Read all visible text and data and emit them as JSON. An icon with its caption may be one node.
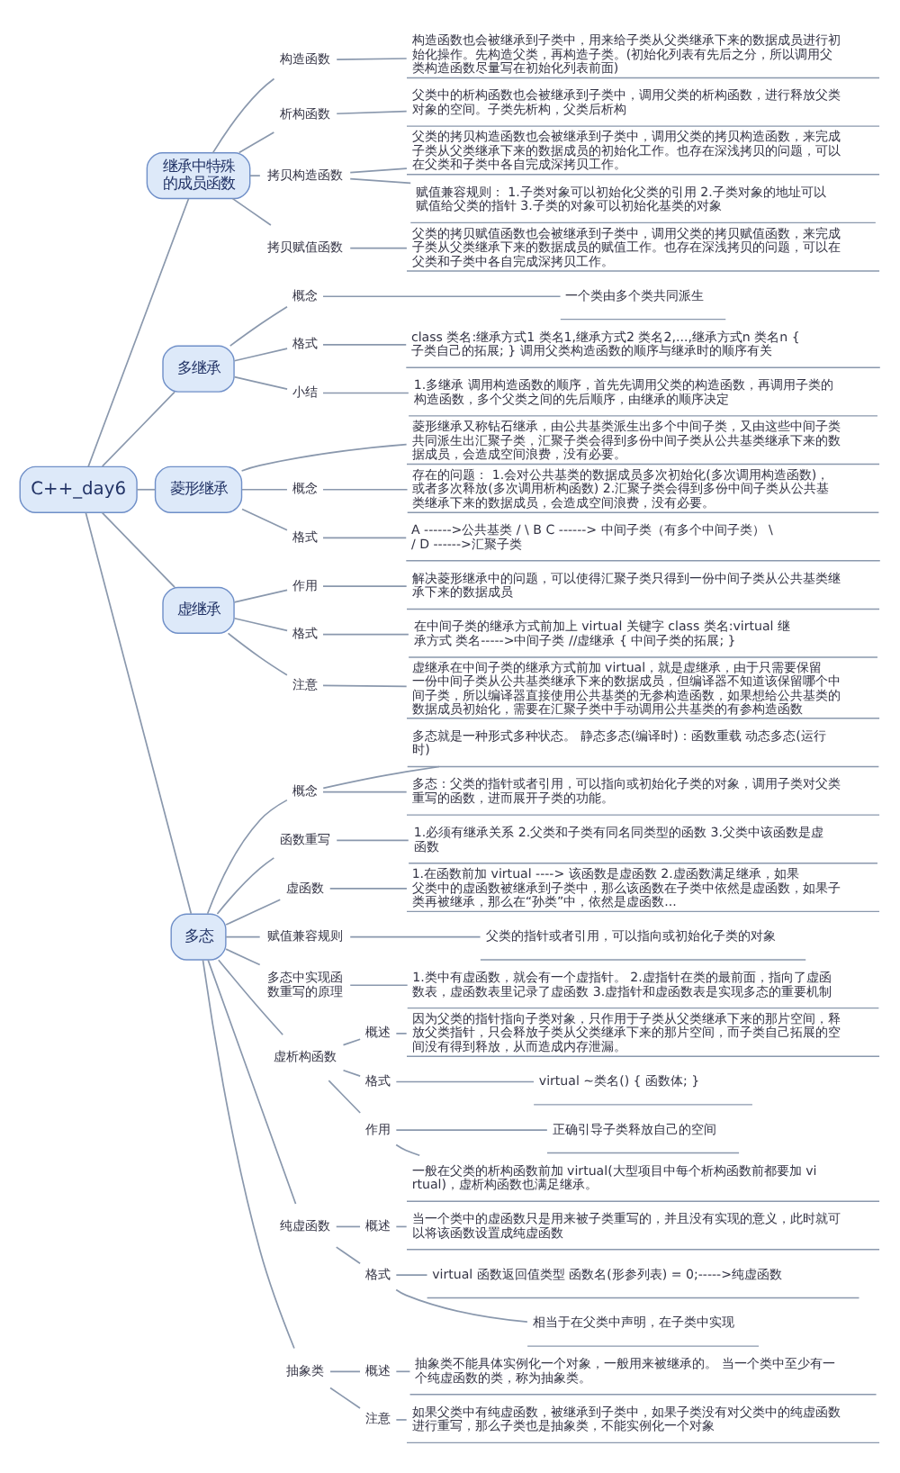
{
  "diagram": {
    "nodes": [
      {
        "text": [
          "C++_day6"
        ]
      },
      {
        "text": [
          "继承中特殊的成员函数"
        ]
      },
      {
        "text": [
          "构造函数"
        ]
      },
      {
        "text": [
          "构造函数也会被继承到子类中，用来给子类从父类继承下来的数据成员进行初始化操作。先构造父类，再构造子类。(初始化列表有先后之分，所以调用父类构造函数尽量写在初始化列表前面)"
        ]
      },
      {
        "text": [
          "析构函数"
        ]
      },
      {
        "text": [
          "父类中的析构函数也会被继承到子类中，调用父类的析构函数，进行释放父类对象的空间。子类先析构，父类后析构"
        ]
      },
      {
        "text": [
          "拷贝构造函数"
        ]
      },
      {
        "text": [
          "父类的拷贝构造函数也会被继承到子类中，调用父类的拷贝构造函数，来完成子类从父类继承下来的数据成员的初始化工作。也存在深浅拷贝的问题，可以在父类和子类中各自完成深拷贝工作。"
        ]
      },
      {
        "text": [
          "赋值兼容规则： 1.子类对象可以初始化父类的引用 2.子类对象的地址可以赋值给父类的指针 3.子类的对象可以初始化基类的对象"
        ]
      },
      {
        "text": [
          "拷贝赋值函数"
        ]
      },
      {
        "text": [
          "父类的拷贝赋值函数也会被继承到子类中，调用父类的拷贝赋值函数，来完成子类从父类继承下来的数据成员的赋值工作。也存在深浅拷贝的问题，可以在父类和子类中各自完成深拷贝工作。"
        ]
      },
      {
        "text": [
          "多继承"
        ]
      },
      {
        "text": [
          "概念"
        ]
      },
      {
        "text": [
          "一个类由多个类共同派生"
        ]
      },
      {
        "text": [
          "格式"
        ]
      },
      {
        "text": [
          "class 类名:继承方式1 类名1,继承方式2 类名2,...,继承方式n 类名n { 子类自己的拓展; } 调用父类构造函数的顺序与继承时的顺序有关"
        ]
      },
      {
        "text": [
          "小结"
        ]
      },
      {
        "text": [
          "1.多继承 调用构造函数的顺序，首先先调用父类的构造函数，再调用子类的构造函数，多个父类之间的先后顺序，由继承的顺序决定"
        ]
      },
      {
        "text": [
          "菱形继承"
        ]
      },
      {
        "text": [
          "菱形继承又称钻石继承，由公共基类派生出多个中间子类，又由这些中间子类共同派生出汇聚子类，汇聚子类会得到多份中间子类从公共基类继承下来的数据成员，会造成空间浪费，没有必要。"
        ]
      },
      {
        "text": [
          "概念"
        ]
      },
      {
        "text": [
          "存在的问题： 1.会对公共基类的数据成员多次初始化(多次调用构造函数)，或者多次释放(多次调用析构函数) 2.汇聚子类会得到多份中间子类从公共基类继承下来的数据成员，会造成空间浪费，没有必要。"
        ]
      },
      {
        "text": [
          "格式"
        ]
      },
      {
        "text": [
          "A ------>公共基类 / \\ B C ------> 中间子类（有多个中间子类） \\ / D ------>汇聚子类"
        ]
      },
      {
        "text": [
          "虚继承"
        ]
      },
      {
        "text": [
          "作用"
        ]
      },
      {
        "text": [
          "解决菱形继承中的问题，可以使得汇聚子类只得到一份中间子类从公共基类继承下来的数据成员"
        ]
      },
      {
        "text": [
          "格式"
        ]
      },
      {
        "text": [
          "在中间子类的继承方式前加上 virtual 关键字 class 类名:virtual 继承方式 类名----->中间子类 //虚继承 { 中间子类的拓展; }"
        ]
      },
      {
        "text": [
          "注意"
        ]
      },
      {
        "text": [
          "虚继承在中间子类的继承方式前加 virtual，就是虚继承，由于只需要保留一份中间子类从公共基类继承下来的数据成员，但编译器不知道该保留哪个中间子类，所以编译器直接使用公共基类的无参构造函数，如果想给公共基类的数据成员初始化，需要在汇聚子类中手动调用公共基类的有参构造函数"
        ]
      },
      {
        "text": [
          "多态"
        ]
      },
      {
        "text": [
          "概念"
        ]
      },
      {
        "text": [
          "多态就是一种形式多种状态。 静态多态(编译时)：函数重载 动态多态(运行时)"
        ]
      },
      {
        "text": [
          "多态：父类的指针或者引用，可以指向或初始化子类的对象，调用子类对父类重写的函数，进而展开子类的功能。"
        ]
      },
      {
        "text": [
          "函数重写"
        ]
      },
      {
        "text": [
          "1.必须有继承关系 2.父类和子类有同名同类型的函数 3.父类中该函数是虚函数"
        ]
      },
      {
        "text": [
          "虚函数"
        ]
      },
      {
        "text": [
          "1.在函数前加 virtual ----> 该函数是虚函数 2.虚函数满足继承，如果父类中的虚函数被继承到子类中，那么该函数在子类中依然是虚函数，如果子类再被继承，那么在“孙类”中，依然是虚函数..."
        ]
      },
      {
        "text": [
          "赋值兼容规则"
        ]
      },
      {
        "text": [
          "父类的指针或者引用，可以指向或初始化子类的对象"
        ]
      },
      {
        "text": [
          "多态中实现函数重写的原理"
        ]
      },
      {
        "text": [
          "1.类中有虚函数，就会有一个虚指针。 2.虚指针在类的最前面，指向了虚函数表，虚函数表里记录了虚函数 3.虚指针和虚函数表是实现多态的重要机制"
        ]
      },
      {
        "text": [
          "虚析构函数"
        ]
      },
      {
        "text": [
          "概述"
        ]
      },
      {
        "text": [
          "因为父类的指针指向子类对象，只作用于子类从父类继承下来的那片空间，释放父类指针，只会释放子类从父类继承下来的那片空间，而子类自己拓展的空间没有得到释放，从而造成内存泄漏。"
        ]
      },
      {
        "text": [
          "格式"
        ]
      },
      {
        "text": [
          "virtual ~类名() { 函数体; }"
        ]
      },
      {
        "text": [
          "作用"
        ]
      },
      {
        "text": [
          "正确引导子类释放自己的空间"
        ]
      },
      {
        "text": [
          "一般在父类的析构函数前加 virtual(大型项目中每个析构函数前都要加 virtual)，虚析构函数也满足继承。"
        ]
      },
      {
        "text": [
          "纯虚函数"
        ]
      },
      {
        "text": [
          "概述"
        ]
      },
      {
        "text": [
          "当一个类中的虚函数只是用来被子类重写的，并且没有实现的意义，此时就可以将该函数设置成纯虚函数"
        ]
      },
      {
        "text": [
          "格式"
        ]
      },
      {
        "text": [
          "virtual 函数返回值类型 函数名(形参列表) = 0;----->纯虚函数"
        ]
      },
      {
        "text": [
          "相当于在父类中声明，在子类中实现"
        ]
      },
      {
        "text": [
          "抽象类"
        ]
      },
      {
        "text": [
          "概述"
        ]
      },
      {
        "text": [
          "抽象类不能具体实例化一个对象，一般用来被继承的。 当一个类中至少有一个纯虚函数的类，称为抽象类。"
        ]
      },
      {
        "text": [
          "注意"
        ]
      },
      {
        "text": [
          "如果父类中有纯虚函数，被继承到子类中，如果子类没有对父类中的纯虚函数进行重写，那么子类也是抽象类，不能实例化一个对象"
        ]
      }
    ],
    "edges": [
      {
        "from": 0,
        "to": 1,
        "arrow": "none"
      },
      {
        "from": 1,
        "to": 2,
        "arrow": "none"
      },
      {
        "from": 2,
        "to": 3,
        "arrow": "none"
      },
      {
        "from": 1,
        "to": 4,
        "arrow": "none"
      },
      {
        "from": 4,
        "to": 5,
        "arrow": "none"
      },
      {
        "from": 1,
        "to": 6,
        "arrow": "none"
      },
      {
        "from": 6,
        "to": 7,
        "arrow": "none"
      },
      {
        "from": 6,
        "to": 8,
        "arrow": "none"
      },
      {
        "from": 1,
        "to": 9,
        "arrow": "none"
      },
      {
        "from": 9,
        "to": 10,
        "arrow": "none"
      },
      {
        "from": 0,
        "to": 11,
        "arrow": "none"
      },
      {
        "from": 11,
        "to": 12,
        "arrow": "none"
      },
      {
        "from": 12,
        "to": 13,
        "arrow": "none"
      },
      {
        "from": 11,
        "to": 14,
        "arrow": "none"
      },
      {
        "from": 14,
        "to": 15,
        "arrow": "none"
      },
      {
        "from": 11,
        "to": 16,
        "arrow": "none"
      },
      {
        "from": 16,
        "to": 17,
        "arrow": "none"
      },
      {
        "from": 0,
        "to": 18,
        "arrow": "none"
      },
      {
        "from": 18,
        "to": 19,
        "arrow": "none"
      },
      {
        "from": 18,
        "to": 20,
        "arrow": "none"
      },
      {
        "from": 20,
        "to": 21,
        "arrow": "none"
      },
      {
        "from": 18,
        "to": 22,
        "arrow": "none"
      },
      {
        "from": 22,
        "to": 23,
        "arrow": "none"
      },
      {
        "from": 0,
        "to": 24,
        "arrow": "none"
      },
      {
        "from": 24,
        "to": 25,
        "arrow": "none"
      },
      {
        "from": 25,
        "to": 26,
        "arrow": "none"
      },
      {
        "from": 24,
        "to": 27,
        "arrow": "none"
      },
      {
        "from": 27,
        "to": 28,
        "arrow": "none"
      },
      {
        "from": 24,
        "to": 29,
        "arrow": "none"
      },
      {
        "from": 29,
        "to": 30,
        "arrow": "none"
      },
      {
        "from": 0,
        "to": 31,
        "arrow": "none"
      },
      {
        "from": 31,
        "to": 32,
        "arrow": "none"
      },
      {
        "from": 32,
        "to": 33,
        "arrow": "none"
      },
      {
        "from": 32,
        "to": 34,
        "arrow": "none"
      },
      {
        "from": 31,
        "to": 35,
        "arrow": "none"
      },
      {
        "from": 35,
        "to": 36,
        "arrow": "none"
      },
      {
        "from": 31,
        "to": 37,
        "arrow": "none"
      },
      {
        "from": 37,
        "to": 38,
        "arrow": "none"
      },
      {
        "from": 31,
        "to": 39,
        "arrow": "none"
      },
      {
        "from": 39,
        "to": 40,
        "arrow": "none"
      },
      {
        "from": 31,
        "to": 41,
        "arrow": "none"
      },
      {
        "from": 41,
        "to": 42,
        "arrow": "none"
      },
      {
        "from": 31,
        "to": 43,
        "arrow": "none"
      },
      {
        "from": 43,
        "to": 44,
        "arrow": "none"
      },
      {
        "from": 44,
        "to": 45,
        "arrow": "none"
      },
      {
        "from": 43,
        "to": 46,
        "arrow": "none"
      },
      {
        "from": 46,
        "to": 47,
        "arrow": "none"
      },
      {
        "from": 43,
        "to": 48,
        "arrow": "none"
      },
      {
        "from": 48,
        "to": 49,
        "arrow": "none"
      },
      {
        "from": 48,
        "to": 50,
        "arrow": "none"
      },
      {
        "from": 31,
        "to": 51,
        "arrow": "none"
      },
      {
        "from": 51,
        "to": 52,
        "arrow": "none"
      },
      {
        "from": 52,
        "to": 53,
        "arrow": "none"
      },
      {
        "from": 51,
        "to": 54,
        "arrow": "none"
      },
      {
        "from": 54,
        "to": 55,
        "arrow": "none"
      },
      {
        "from": 54,
        "to": 56,
        "arrow": "none"
      },
      {
        "from": 31,
        "to": 57,
        "arrow": "none"
      },
      {
        "from": 57,
        "to": 58,
        "arrow": "none"
      },
      {
        "from": 58,
        "to": 59,
        "arrow": "none"
      },
      {
        "from": 57,
        "to": 60,
        "arrow": "none"
      },
      {
        "from": 60,
        "to": 61,
        "arrow": "none"
      }
    ]
  }
}
